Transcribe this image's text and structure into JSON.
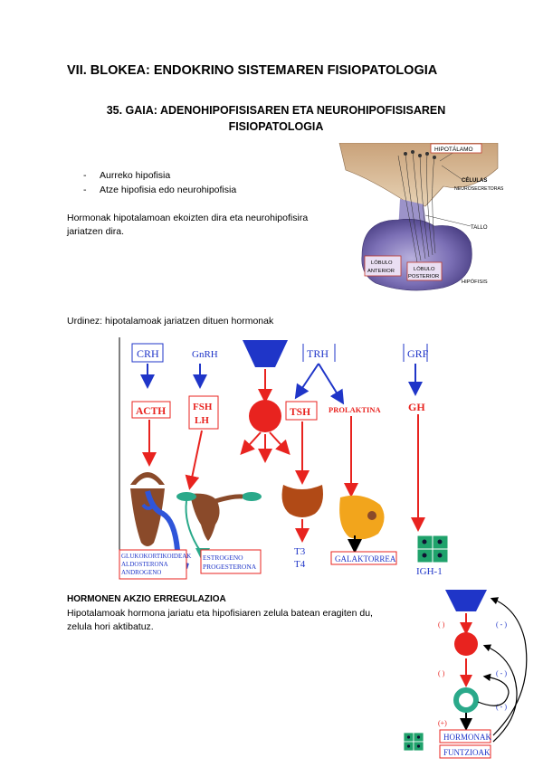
{
  "page": {
    "block_title": "VII. BLOKEA: ENDOKRINO SISTEMAREN FISIOPATOLOGIA",
    "topic_title": "35. GAIA: ADENOHIPOFISISAREN ETA NEUROHIPOFISISAREN FISIOPATOLOGIA"
  },
  "intro": {
    "bullets": [
      "Aurreko hipofisia",
      "Atze hipofisia edo neurohipofisia"
    ],
    "paragraph": "Hormonak hipotalamoan ekoizten dira eta neurohipofisira jariatzen dira.",
    "order_caption": "Urdinez: hipotalamoak jariatzen dituen hormonak"
  },
  "pituitary_figure": {
    "labels": {
      "hypothalamus": "HIPOTÁLAMO",
      "cells": "CÉLULAS",
      "neurosecretory": "NEUROSECRETORAS",
      "stalk": "TALLO",
      "anterior_lobe_1": "LÓBULO",
      "anterior_lobe_2": "ANTERIOR",
      "posterior_lobe_1": "LÓBULO",
      "posterior_lobe_2": "POSTERIOR",
      "hypophysis": "HIPÓFISIS"
    }
  },
  "hormone_diagram": {
    "releasing": [
      "CRH",
      "GnRH",
      "TRH",
      "GRF"
    ],
    "pituitary": [
      "ACTH",
      "FSH",
      "LH",
      "TSH",
      "PROLAKTINA",
      "GH"
    ],
    "outputs": {
      "adrenal_1": "GLUKOKORTIKOIDEAK",
      "adrenal_2": "ALDOSTERONA",
      "adrenal_3": "ANDROGENO",
      "gonad_1": "ESTROGENO",
      "gonad_2": "PROGESTERONA",
      "thyroid_1": "T3",
      "thyroid_2": "T4",
      "breast": "GALAKTORREA",
      "liver": "IGH-1"
    }
  },
  "regulation": {
    "title": "HORMONEN AKZIO ERREGULAZIOA",
    "paragraph": "Hipotalamoak hormona jariatu eta hipofisiaren zelula batean eragiten du, zelula hori aktibatuz.",
    "signs": [
      "( )",
      "( )",
      "(+)",
      "( - )",
      "( - )",
      "( - )"
    ],
    "boxes": [
      "HORMONAK",
      "FUNTZIOAK"
    ]
  },
  "colors": {
    "hypothalamus_blue": "#1f35c8",
    "pituitary_red": "#e8231f",
    "arrow_green": "#2aa98a",
    "adrenal_brown": "#8a4a2a",
    "thyroid_brown": "#b14a16",
    "breast_orange": "#f2a51c",
    "liver_green": "#1fa26b"
  }
}
